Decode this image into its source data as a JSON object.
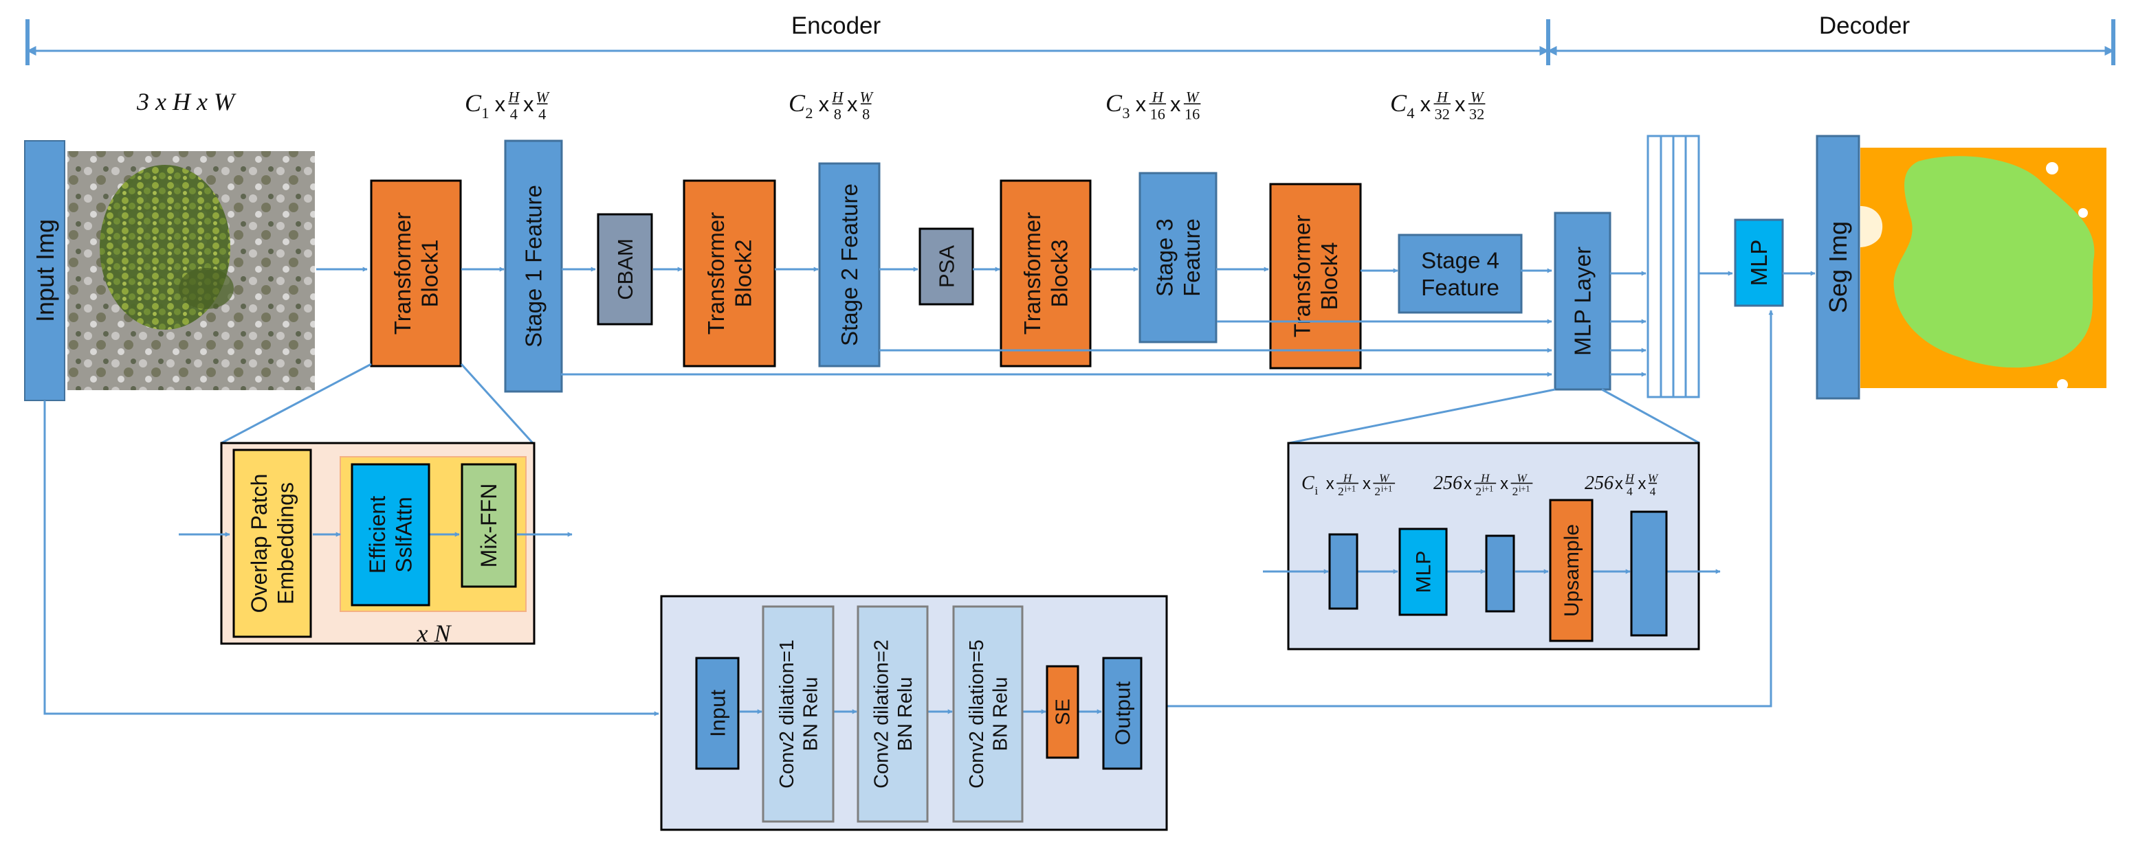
{
  "colors": {
    "arrow": "#5b9bd5",
    "blue_block": "#5b9bd5",
    "orange_block": "#ed7d31",
    "gray_block": "#8497b0",
    "cyan_block": "#00b0f0",
    "yellow_block": "#ffd966",
    "green_block": "#a9d18e",
    "light_panel": "#dae3f3",
    "peach_panel": "#fbe5d6",
    "seg_orange": "#ffa500",
    "seg_green": "#92e05a"
  },
  "header": {
    "encoder": "Encoder",
    "decoder": "Decoder"
  },
  "input": {
    "label": "Input Img",
    "shape": "3 x H x W",
    "image_icon": "aerial-vegetation-photo"
  },
  "shapes": [
    {
      "c": "C",
      "sub": "1",
      "h": "H",
      "hd": "4",
      "w": "W",
      "wd": "4"
    },
    {
      "c": "C",
      "sub": "2",
      "h": "H",
      "hd": "8",
      "w": "W",
      "wd": "8"
    },
    {
      "c": "C",
      "sub": "3",
      "h": "H",
      "hd": "16",
      "w": "W",
      "wd": "16"
    },
    {
      "c": "C",
      "sub": "4",
      "h": "H",
      "hd": "32",
      "w": "W",
      "wd": "32"
    }
  ],
  "cross": "x",
  "blocks": {
    "tb1": [
      "Transformer",
      "Block1"
    ],
    "stage1": [
      "Stage 1 Feature"
    ],
    "cbam": [
      "CBAM"
    ],
    "tb2": [
      "Transformer",
      "Block2"
    ],
    "stage2": [
      "Stage 2 Feature"
    ],
    "psa": [
      "PSA"
    ],
    "tb3": [
      "Transformer",
      "Block3"
    ],
    "stage3": [
      "Stage 3",
      "Feature"
    ],
    "tb4": [
      "Transformer",
      "Block4"
    ],
    "stage4": [
      "Stage 4",
      "Feature"
    ],
    "mlp_layer": [
      "MLP Layer"
    ],
    "mlp": [
      "MLP"
    ],
    "seg": [
      "Seg Img"
    ]
  },
  "transformer_detail": {
    "patch": [
      "Overlap Patch",
      "Embeddings"
    ],
    "attn": [
      "Efficient",
      "SslfAttn"
    ],
    "ffn": [
      "Mix-FFN"
    ],
    "repeat": "x N"
  },
  "mlp_detail": {
    "dims": [
      {
        "c": "C",
        "sub": "i",
        "h": "H",
        "hd": "2",
        "hexp": "i+1",
        "w": "W",
        "wd": "2",
        "wexp": "i+1"
      },
      {
        "c": "256",
        "h": "H",
        "hd": "2",
        "hexp": "i+1",
        "w": "W",
        "wd": "2",
        "wexp": "i+1"
      },
      {
        "c": "256",
        "h": "H",
        "hd": "4",
        "w": "W",
        "wd": "4"
      }
    ],
    "mlp": [
      "MLP"
    ],
    "upsample": [
      "Upsample"
    ]
  },
  "aspp_detail": {
    "input": [
      "Input"
    ],
    "conv1": [
      "Conv2 dilation=1",
      "BN Relu"
    ],
    "conv2": [
      "Conv2 dilation=2",
      "BN Relu"
    ],
    "conv3": [
      "Conv2 dilation=5",
      "BN Relu"
    ],
    "se": [
      "SE"
    ],
    "output": [
      "Output"
    ]
  }
}
